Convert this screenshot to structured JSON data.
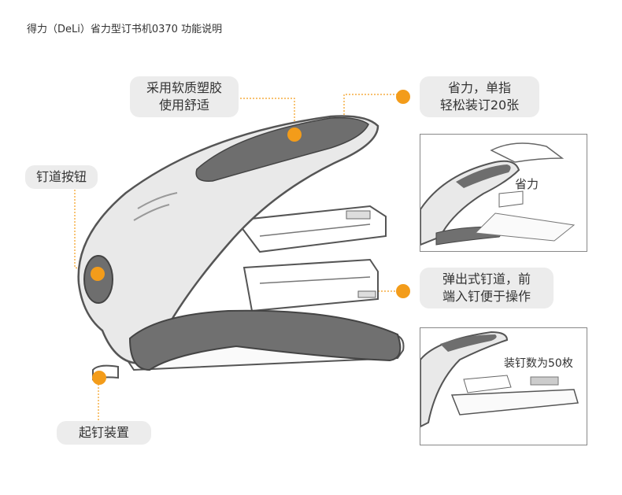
{
  "title": "得力（DeLi）省力型订书机0370 功能说明",
  "labels": {
    "comfort": {
      "line1": "采用软质塑胶",
      "line2": "使用舒适"
    },
    "effort": {
      "line1": "省力，单指",
      "line2": "轻松装订20张"
    },
    "track_button": "钉道按钮",
    "popup": {
      "line1": "弹出式钉道，前",
      "line2": "端入钉便于操作"
    },
    "remover": "起钉装置"
  },
  "panels": {
    "top_caption": "省力",
    "bottom_caption": "装钉数为50枚"
  },
  "colors": {
    "accent": "#f39c1a",
    "label_bg": "#ececec",
    "body_light": "#e9e9e9",
    "body_dark": "#6e6e6e"
  }
}
